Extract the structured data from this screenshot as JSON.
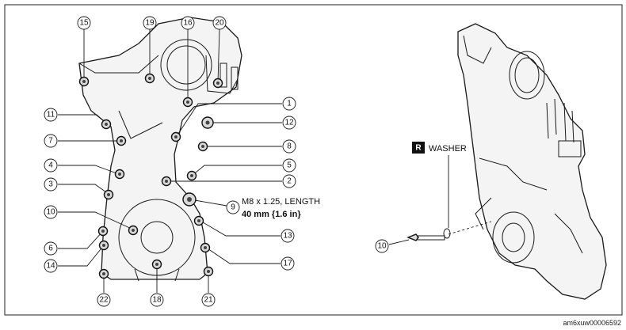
{
  "callouts": [
    "1",
    "2",
    "3",
    "4",
    "5",
    "6",
    "7",
    "8",
    "9",
    "10",
    "11",
    "12",
    "13",
    "14",
    "15",
    "16",
    "17",
    "18",
    "19",
    "20",
    "21",
    "22"
  ],
  "bolt_spec": {
    "callout": "9",
    "line1": "M8 x 1.25, LENGTH",
    "line2": "40 mm {1.6 in}"
  },
  "washer_note": {
    "badge": "R",
    "label": "WASHER"
  },
  "detail_callout": "10",
  "figure_id": "am6xuw00006592",
  "colors": {
    "line": "#1a1a1a",
    "badge": "#111111",
    "background": "#ffffff"
  }
}
